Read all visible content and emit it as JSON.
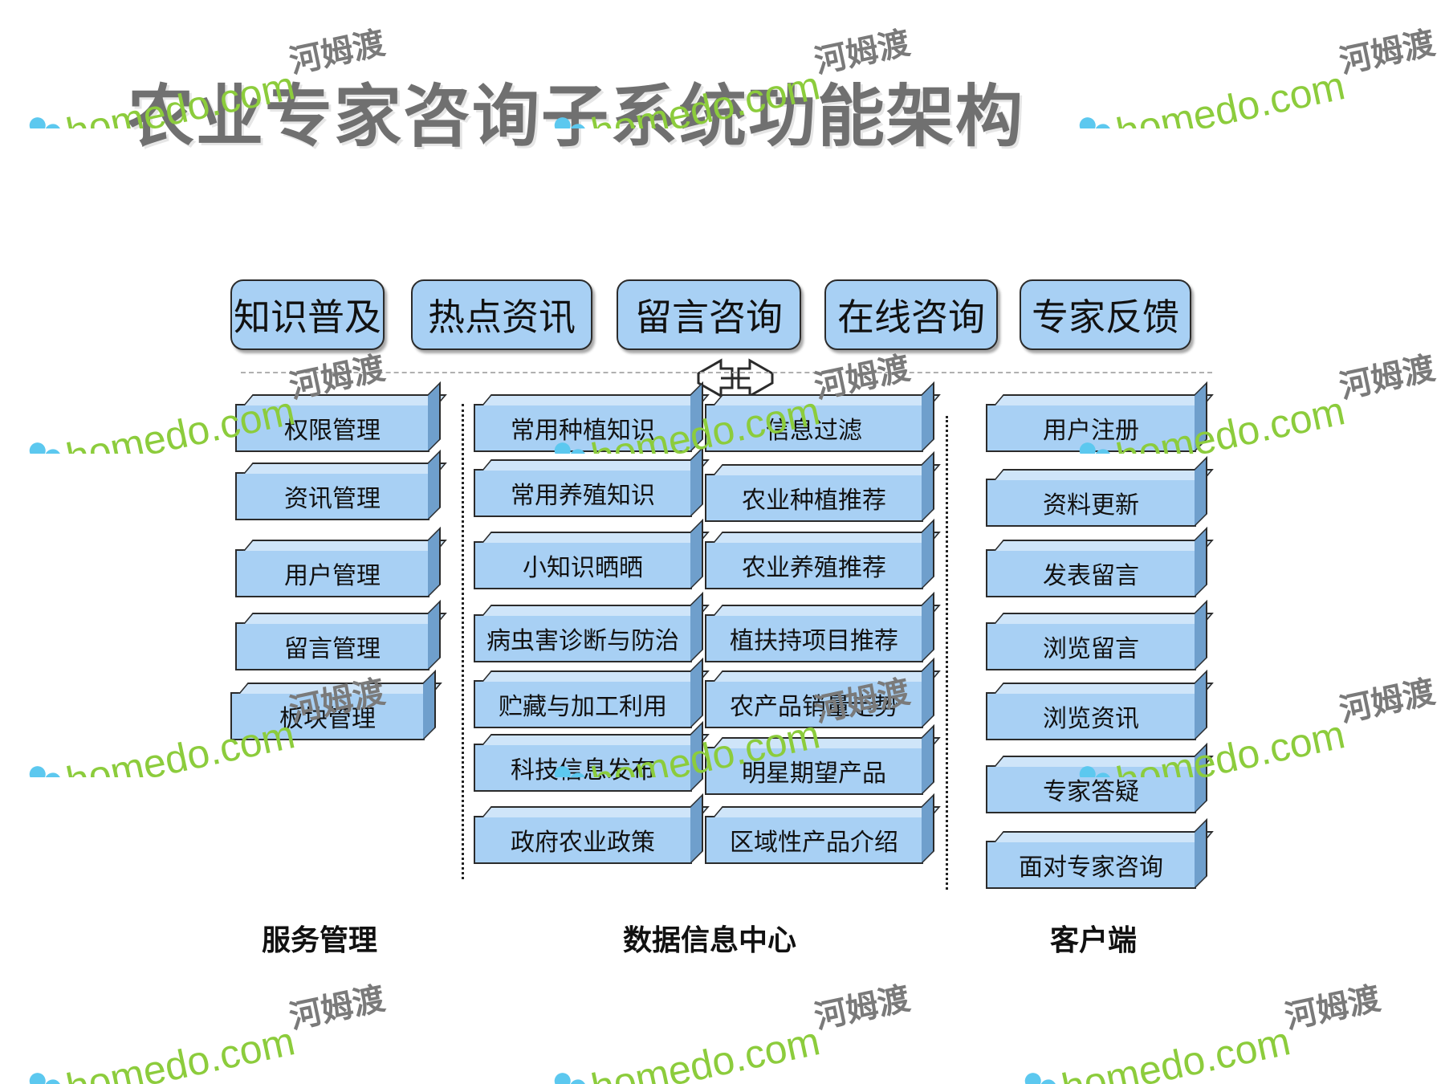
{
  "title": "农业专家咨询子系统功能架构",
  "top_modules": [
    "知识普及",
    "热点资讯",
    "留言咨询",
    "在线咨询",
    "专家反馈"
  ],
  "columns": {
    "service": {
      "label": "服务管理",
      "items": [
        "权限管理",
        "资讯管理",
        "用户管理",
        "留言管理",
        "板块管理"
      ]
    },
    "data_center": {
      "label": "数据信息中心",
      "left_items": [
        "常用种植知识",
        "常用养殖知识",
        "小知识晒晒",
        "病虫害诊断与防治",
        "贮藏与加工利用",
        "科技信息发布",
        "政府农业政策"
      ],
      "right_items": [
        "信息过滤",
        "农业种植推荐",
        "农业养殖推荐",
        "植扶持项目推荐",
        "农产品销量走势",
        "明星期望产品",
        "区域性产品介绍"
      ]
    },
    "client": {
      "label": "客户端",
      "items": [
        "用户注册",
        "资料更新",
        "发表留言",
        "浏览留言",
        "浏览资讯",
        "专家答疑",
        "面对专家咨询"
      ]
    }
  },
  "watermark": {
    "site": "homedo.com",
    "brand": "河姆渡",
    "logo_icon": "flower-icon",
    "text_color": "#8ccc3c",
    "brand_color": "#7a7a7a"
  },
  "colors": {
    "box_fill": "#a8d0f4",
    "box_top": "#cfe5f9",
    "box_side": "#6f9fcc",
    "border": "#2b2b2b"
  }
}
